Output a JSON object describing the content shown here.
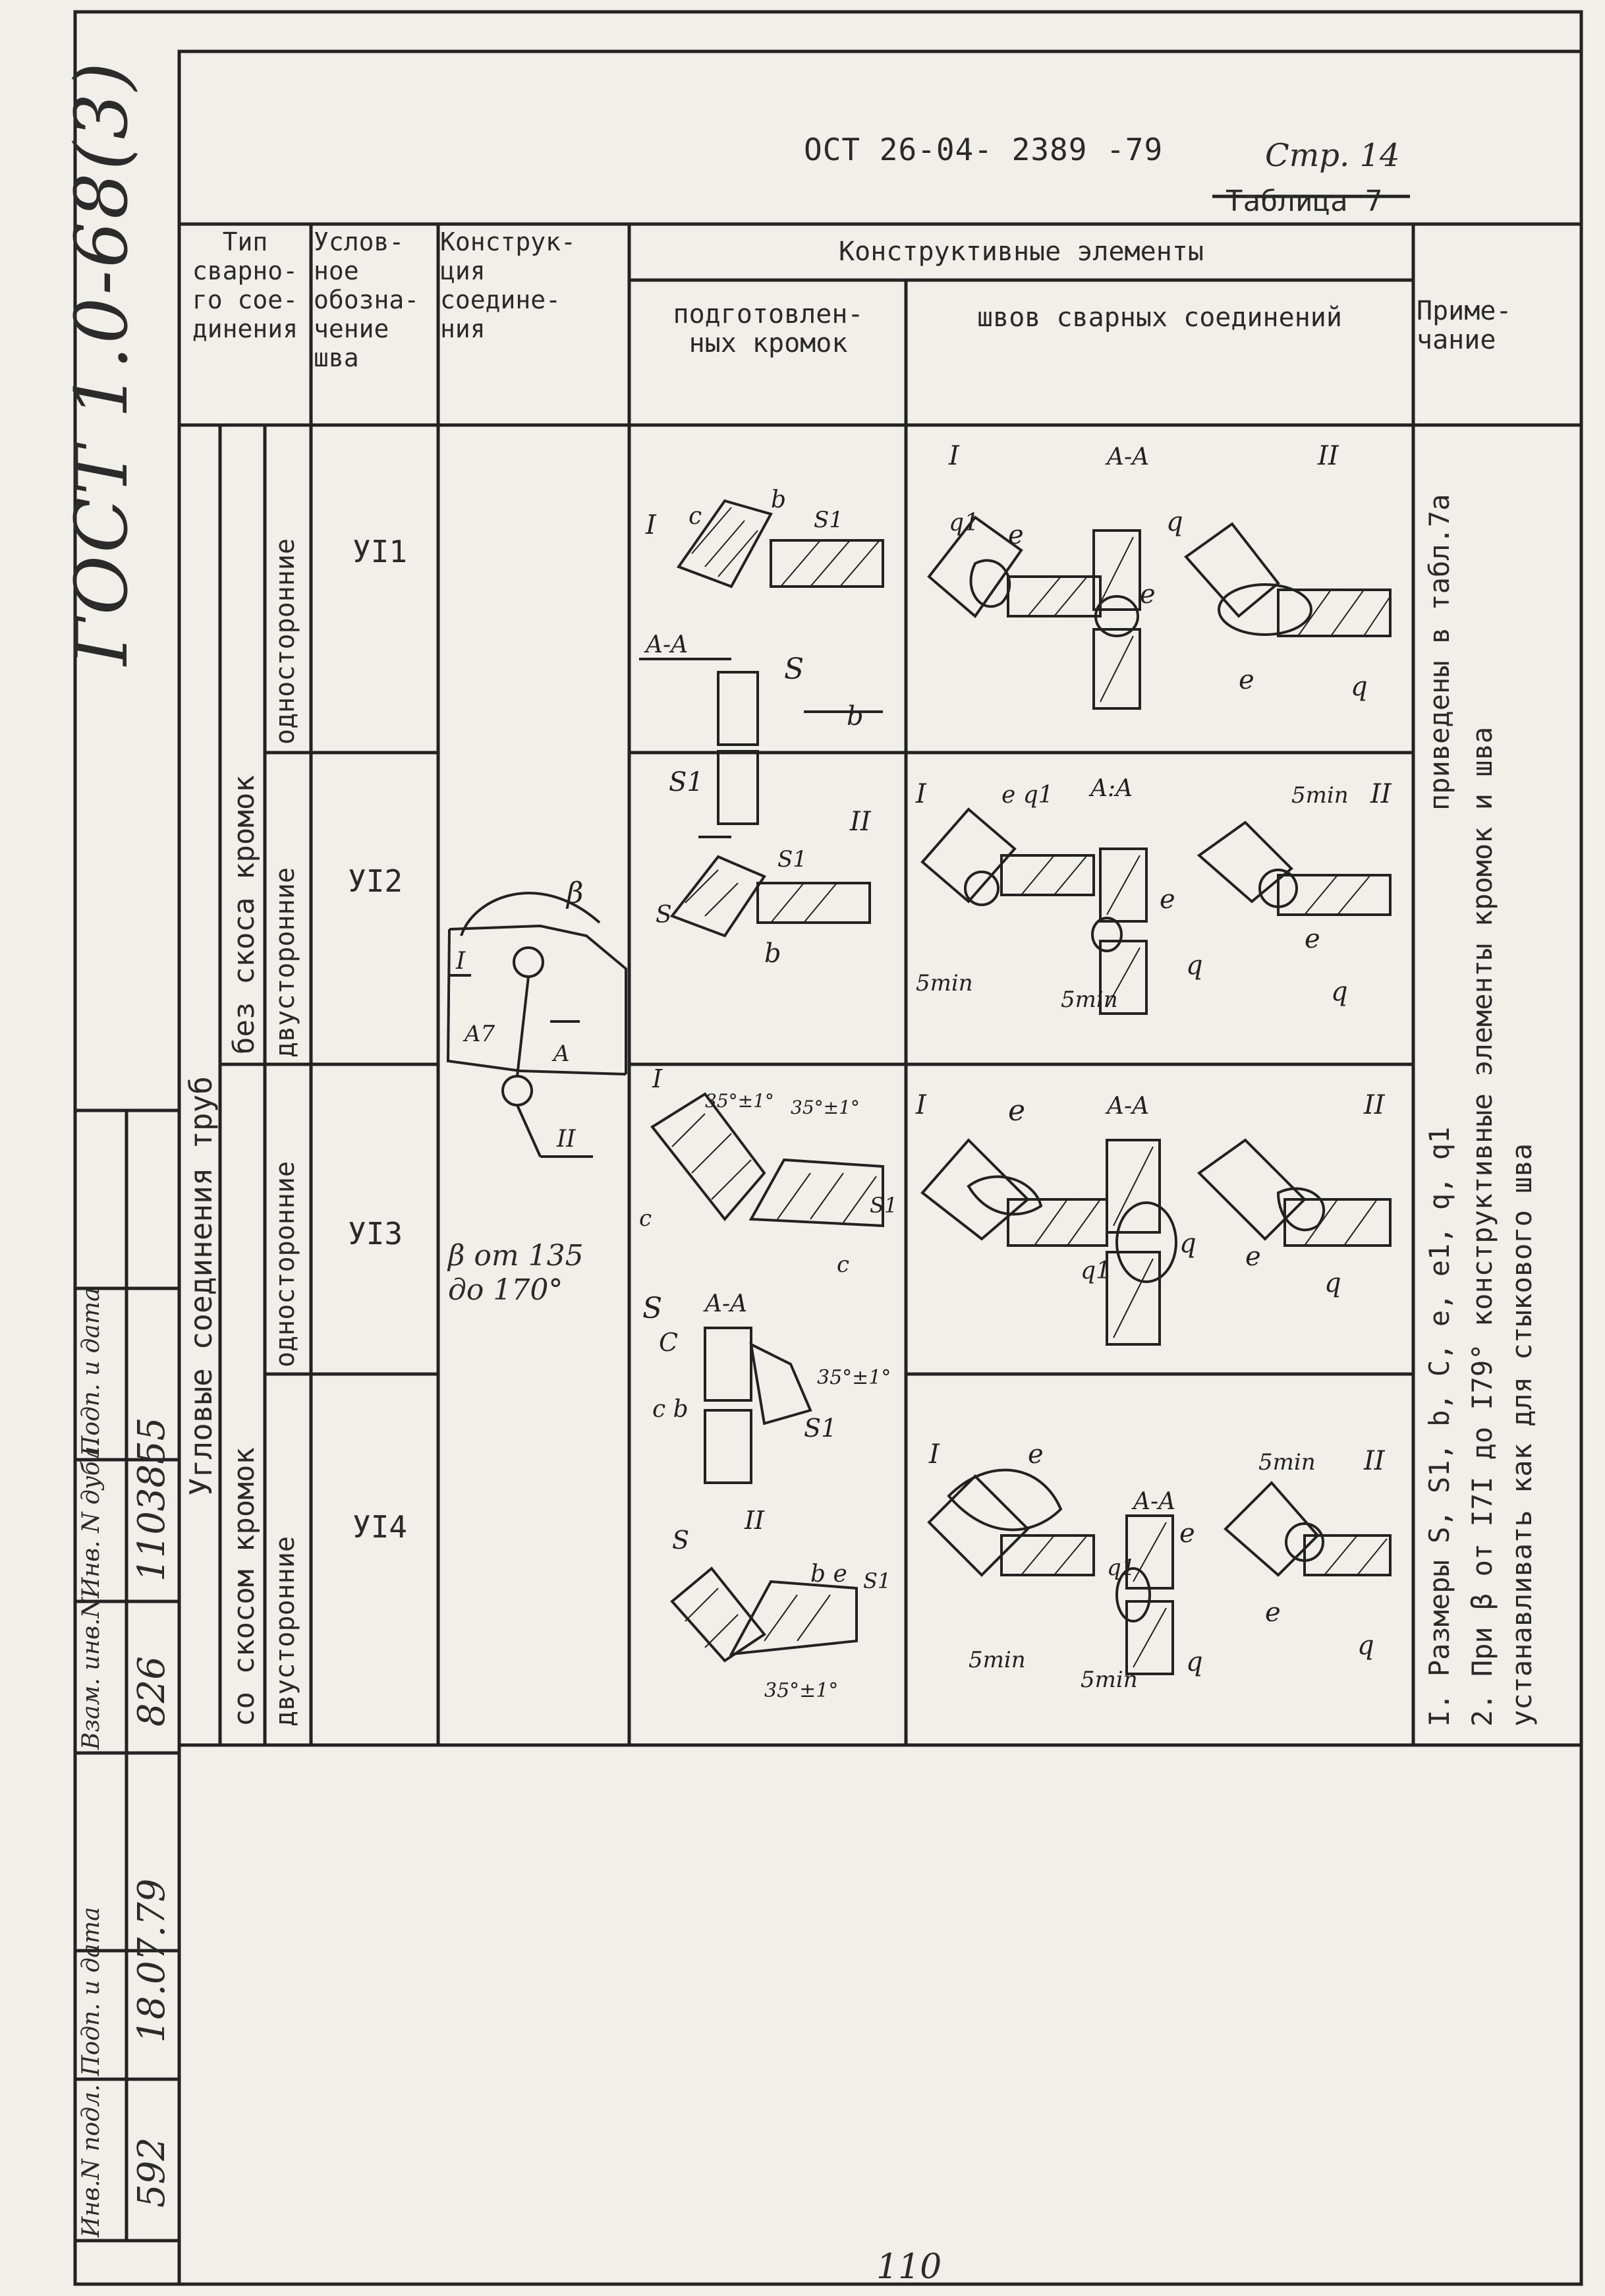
{
  "header": {
    "ost": "ОСТ 26-04- 2389 -79",
    "page": "Стр. 14",
    "table": "Таблица 7"
  },
  "gost": "ГОСТ 1.0-68(3)",
  "columns": {
    "type": "Тип\nсварно-\nго сое-\nдинения",
    "designation": "Услов-\nное\nобозна-\nчение\nшва",
    "construction": "Конструк-\nция\nсоедине-\nния",
    "elements": "Конструктивные элементы",
    "edges": "подготовлен-\nных кромок",
    "welds": "швов сварных соединений",
    "note": "Приме-\nчание"
  },
  "group_label": "Угловые соединения труб",
  "bevel_labels": {
    "without": "без скоса кромок",
    "with": "со скосом кромок"
  },
  "side_labels": {
    "u1": "односторонние",
    "u2": "двусторонние",
    "u3": "односторонние",
    "u4": "двусторонние"
  },
  "rows": [
    {
      "code": "УI1"
    },
    {
      "code": "УI2"
    },
    {
      "code": "УI3"
    },
    {
      "code": "УI4"
    }
  ],
  "beta_text": "β от 135\nдо 170°",
  "notes": {
    "n1a": "I. Размеры S, S1, b, C, e, e1, q, q1",
    "n1b": "приведены в табл.7а",
    "n2a": "2. При β от I7I до I79° конструктивные элементы кромок и шва",
    "n2b": "устанавливать как для стыкового шва"
  },
  "stamp": {
    "headers": [
      "Инв.N подл.",
      "Подп. и дата",
      "Взам. инв.N",
      "Инв. N дубл.",
      "Подп. и дата"
    ],
    "values": [
      "592",
      "18.07.79",
      "826",
      "1103855",
      ""
    ]
  },
  "footer_number": "110",
  "drawing_labels": {
    "section": "А-А",
    "view1": "I",
    "view2": "II",
    "smin": "5min",
    "angle": "35°±1°"
  }
}
